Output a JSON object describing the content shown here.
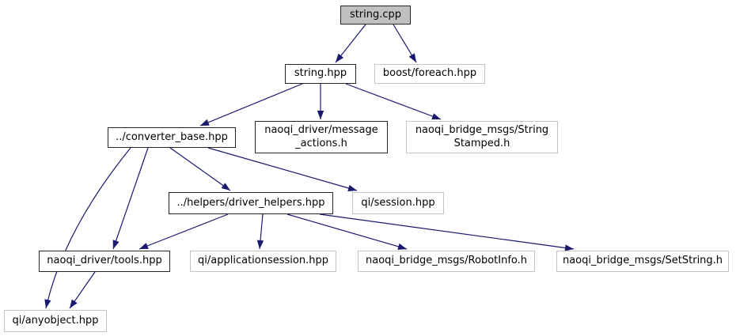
{
  "colors": {
    "edge": "#191970",
    "node_border_strong": "#262626",
    "node_border_light": "#c4c4c4",
    "main_node_fill": "#c0c0c0",
    "text": "#000000",
    "background": "#ffffff"
  },
  "graph": {
    "root_label": "string.cpp"
  },
  "nodes": [
    {
      "id": "string_cpp",
      "label": "string.cpp",
      "kind": "main"
    },
    {
      "id": "string_hpp",
      "label": "string.hpp",
      "kind": "internal"
    },
    {
      "id": "boost_foreach",
      "label": "boost/foreach.hpp",
      "kind": "external"
    },
    {
      "id": "converter_base",
      "label": "../converter_base.hpp",
      "kind": "internal"
    },
    {
      "id": "message_actions",
      "label": "naoqi_driver/message_actions.h",
      "label_lines": [
        "naoqi_driver/message",
        "_actions.h"
      ],
      "kind": "internal"
    },
    {
      "id": "string_stamped",
      "label": "naoqi_bridge_msgs/StringStamped.h",
      "label_lines": [
        "naoqi_bridge_msgs/String",
        "Stamped.h"
      ],
      "kind": "external"
    },
    {
      "id": "driver_helpers",
      "label": "../helpers/driver_helpers.hpp",
      "kind": "internal"
    },
    {
      "id": "session",
      "label": "qi/session.hpp",
      "kind": "external"
    },
    {
      "id": "tools",
      "label": "naoqi_driver/tools.hpp",
      "kind": "internal"
    },
    {
      "id": "applicationsession",
      "label": "qi/applicationsession.hpp",
      "kind": "external"
    },
    {
      "id": "robotinfo",
      "label": "naoqi_bridge_msgs/RobotInfo.h",
      "kind": "external"
    },
    {
      "id": "setstring",
      "label": "naoqi_bridge_msgs/SetString.h",
      "kind": "external"
    },
    {
      "id": "anyobject",
      "label": "qi/anyobject.hpp",
      "kind": "external"
    }
  ],
  "edges": [
    {
      "from": "string_cpp",
      "to": "string_hpp"
    },
    {
      "from": "string_cpp",
      "to": "boost_foreach"
    },
    {
      "from": "string_hpp",
      "to": "converter_base"
    },
    {
      "from": "string_hpp",
      "to": "message_actions"
    },
    {
      "from": "string_hpp",
      "to": "string_stamped"
    },
    {
      "from": "converter_base",
      "to": "tools"
    },
    {
      "from": "converter_base",
      "to": "anyobject"
    },
    {
      "from": "converter_base",
      "to": "driver_helpers"
    },
    {
      "from": "converter_base",
      "to": "session"
    },
    {
      "from": "driver_helpers",
      "to": "tools"
    },
    {
      "from": "driver_helpers",
      "to": "applicationsession"
    },
    {
      "from": "driver_helpers",
      "to": "robotinfo"
    },
    {
      "from": "driver_helpers",
      "to": "setstring"
    },
    {
      "from": "tools",
      "to": "anyobject"
    }
  ]
}
